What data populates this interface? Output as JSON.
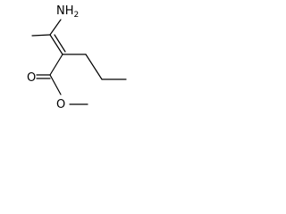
{
  "structure": {
    "atoms": {
      "amine": {
        "main": "NH",
        "sub": "2"
      },
      "carbonyl_oxygen": {
        "main": "O"
      },
      "ester_oxygen": {
        "main": "O"
      }
    }
  }
}
